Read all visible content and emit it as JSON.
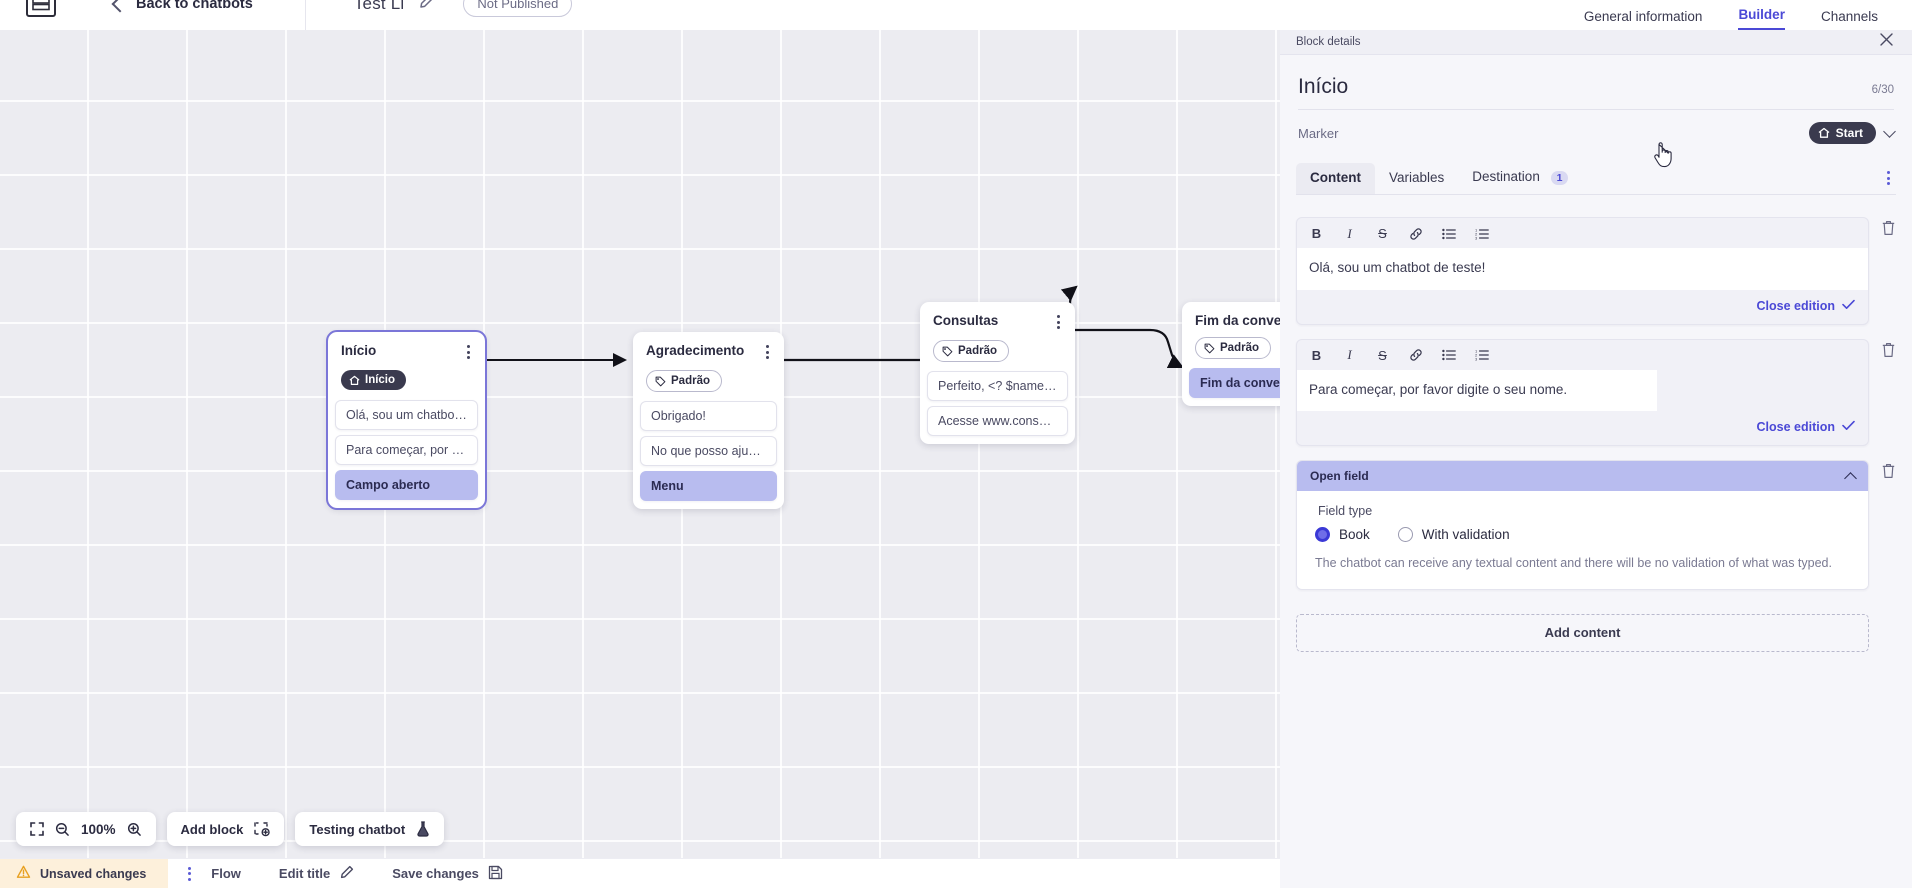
{
  "topbar": {
    "logo_icon": "chatbot-logo-icon",
    "back_label": "Back to chatbots",
    "back_icon": "chevron-left-icon",
    "doc_title": "Test Li",
    "edit_icon": "pencil-icon",
    "status_badge": "Not Published"
  },
  "canvas": {
    "zoom_level": "100%",
    "fit_icon": "fit-screen-icon",
    "zoom_out_icon": "zoom-out-icon",
    "zoom_in_icon": "zoom-in-icon",
    "add_block_label": "Add block",
    "add_block_icon": "add-block-icon",
    "testing_label": "Testing chatbot",
    "testing_icon": "flask-icon",
    "nodes": [
      {
        "title": "Início",
        "badge": "Início",
        "badge_type": "start",
        "badge_icon": "home-icon",
        "selected": true,
        "rows": [
          {
            "text": "Olá, sou um chatbot de teste!",
            "accent": false
          },
          {
            "text": "Para começar, por favor digite o …",
            "accent": false
          },
          {
            "text": "Campo aberto",
            "accent": true
          }
        ]
      },
      {
        "title": "Agradecimento",
        "badge": "Padrão",
        "badge_type": "default",
        "badge_icon": "tag-icon",
        "selected": false,
        "rows": [
          {
            "text": "Obrigado!",
            "accent": false
          },
          {
            "text": "No que posso ajudar, <? $name …",
            "accent": false
          },
          {
            "text": "Menu",
            "accent": true
          }
        ]
      },
      {
        "title": "Consultas",
        "badge": "Padrão",
        "badge_type": "default",
        "badge_icon": "tag-icon",
        "selected": false,
        "rows": [
          {
            "text": "Perfeito, <? $name ?>!",
            "accent": false
          },
          {
            "text": "Acesse www.consultas.com par…",
            "accent": false
          }
        ]
      },
      {
        "title": "Fim da conversa",
        "badge": "Padrão",
        "badge_type": "default",
        "badge_icon": "tag-icon",
        "selected": false,
        "rows": [
          {
            "text": "Fim da conversa",
            "accent": true
          }
        ]
      }
    ]
  },
  "statusbar": {
    "unsaved_label": "Unsaved changes",
    "warning_icon": "warning-triangle-icon",
    "kebab_icon": "more-vertical-icon",
    "flow_label": "Flow",
    "edit_title_label": "Edit title",
    "edit_title_icon": "pencil-icon",
    "save_label": "Save changes",
    "save_icon": "save-disk-icon"
  },
  "panel": {
    "tabs": [
      {
        "label": "General information",
        "active": false
      },
      {
        "label": "Builder",
        "active": true
      },
      {
        "label": "Channels",
        "active": false
      }
    ],
    "header_label": "Block details",
    "close_icon": "close-icon",
    "block_title": "Início",
    "char_count": "6/30",
    "marker_label": "Marker",
    "marker_value": "Start",
    "marker_icon": "home-icon",
    "marker_chevron": "chevron-down-icon",
    "inner_tabs": [
      {
        "label": "Content",
        "active": true,
        "badge": ""
      },
      {
        "label": "Variables",
        "active": false,
        "badge": ""
      },
      {
        "label": "Destination",
        "active": false,
        "badge": "1"
      }
    ],
    "inner_tabs_kebab": "more-vertical-icon",
    "toolbar_buttons": [
      {
        "name": "bold-icon",
        "glyph": "B"
      },
      {
        "name": "italic-icon",
        "glyph": "I"
      },
      {
        "name": "strikethrough-icon",
        "glyph": "S"
      },
      {
        "name": "link-icon",
        "glyph": ""
      },
      {
        "name": "bullet-list-icon",
        "glyph": ""
      },
      {
        "name": "numbered-list-icon",
        "glyph": ""
      }
    ],
    "close_edition_label": "Close edition",
    "close_edition_icon": "check-icon",
    "delete_icon": "trash-icon",
    "contents": [
      {
        "text": "Olá, sou um chatbot de teste!"
      },
      {
        "text": "Para começar, por favor digite o seu nome."
      }
    ],
    "open_field": {
      "title": "Open field",
      "collapse_icon": "chevron-up-icon",
      "field_type_label": "Field type",
      "options": [
        {
          "label": "Book",
          "selected": true
        },
        {
          "label": "With validation",
          "selected": false
        }
      ],
      "description": "The chatbot can receive any textual content and there will be no validation of what was typed."
    },
    "add_content_label": "Add content"
  },
  "colors": {
    "accent": "#4b49d6",
    "node_accent": "#b8bcef",
    "canvas_bg": "#ececf1",
    "warning_bg": "#fdf0db"
  }
}
